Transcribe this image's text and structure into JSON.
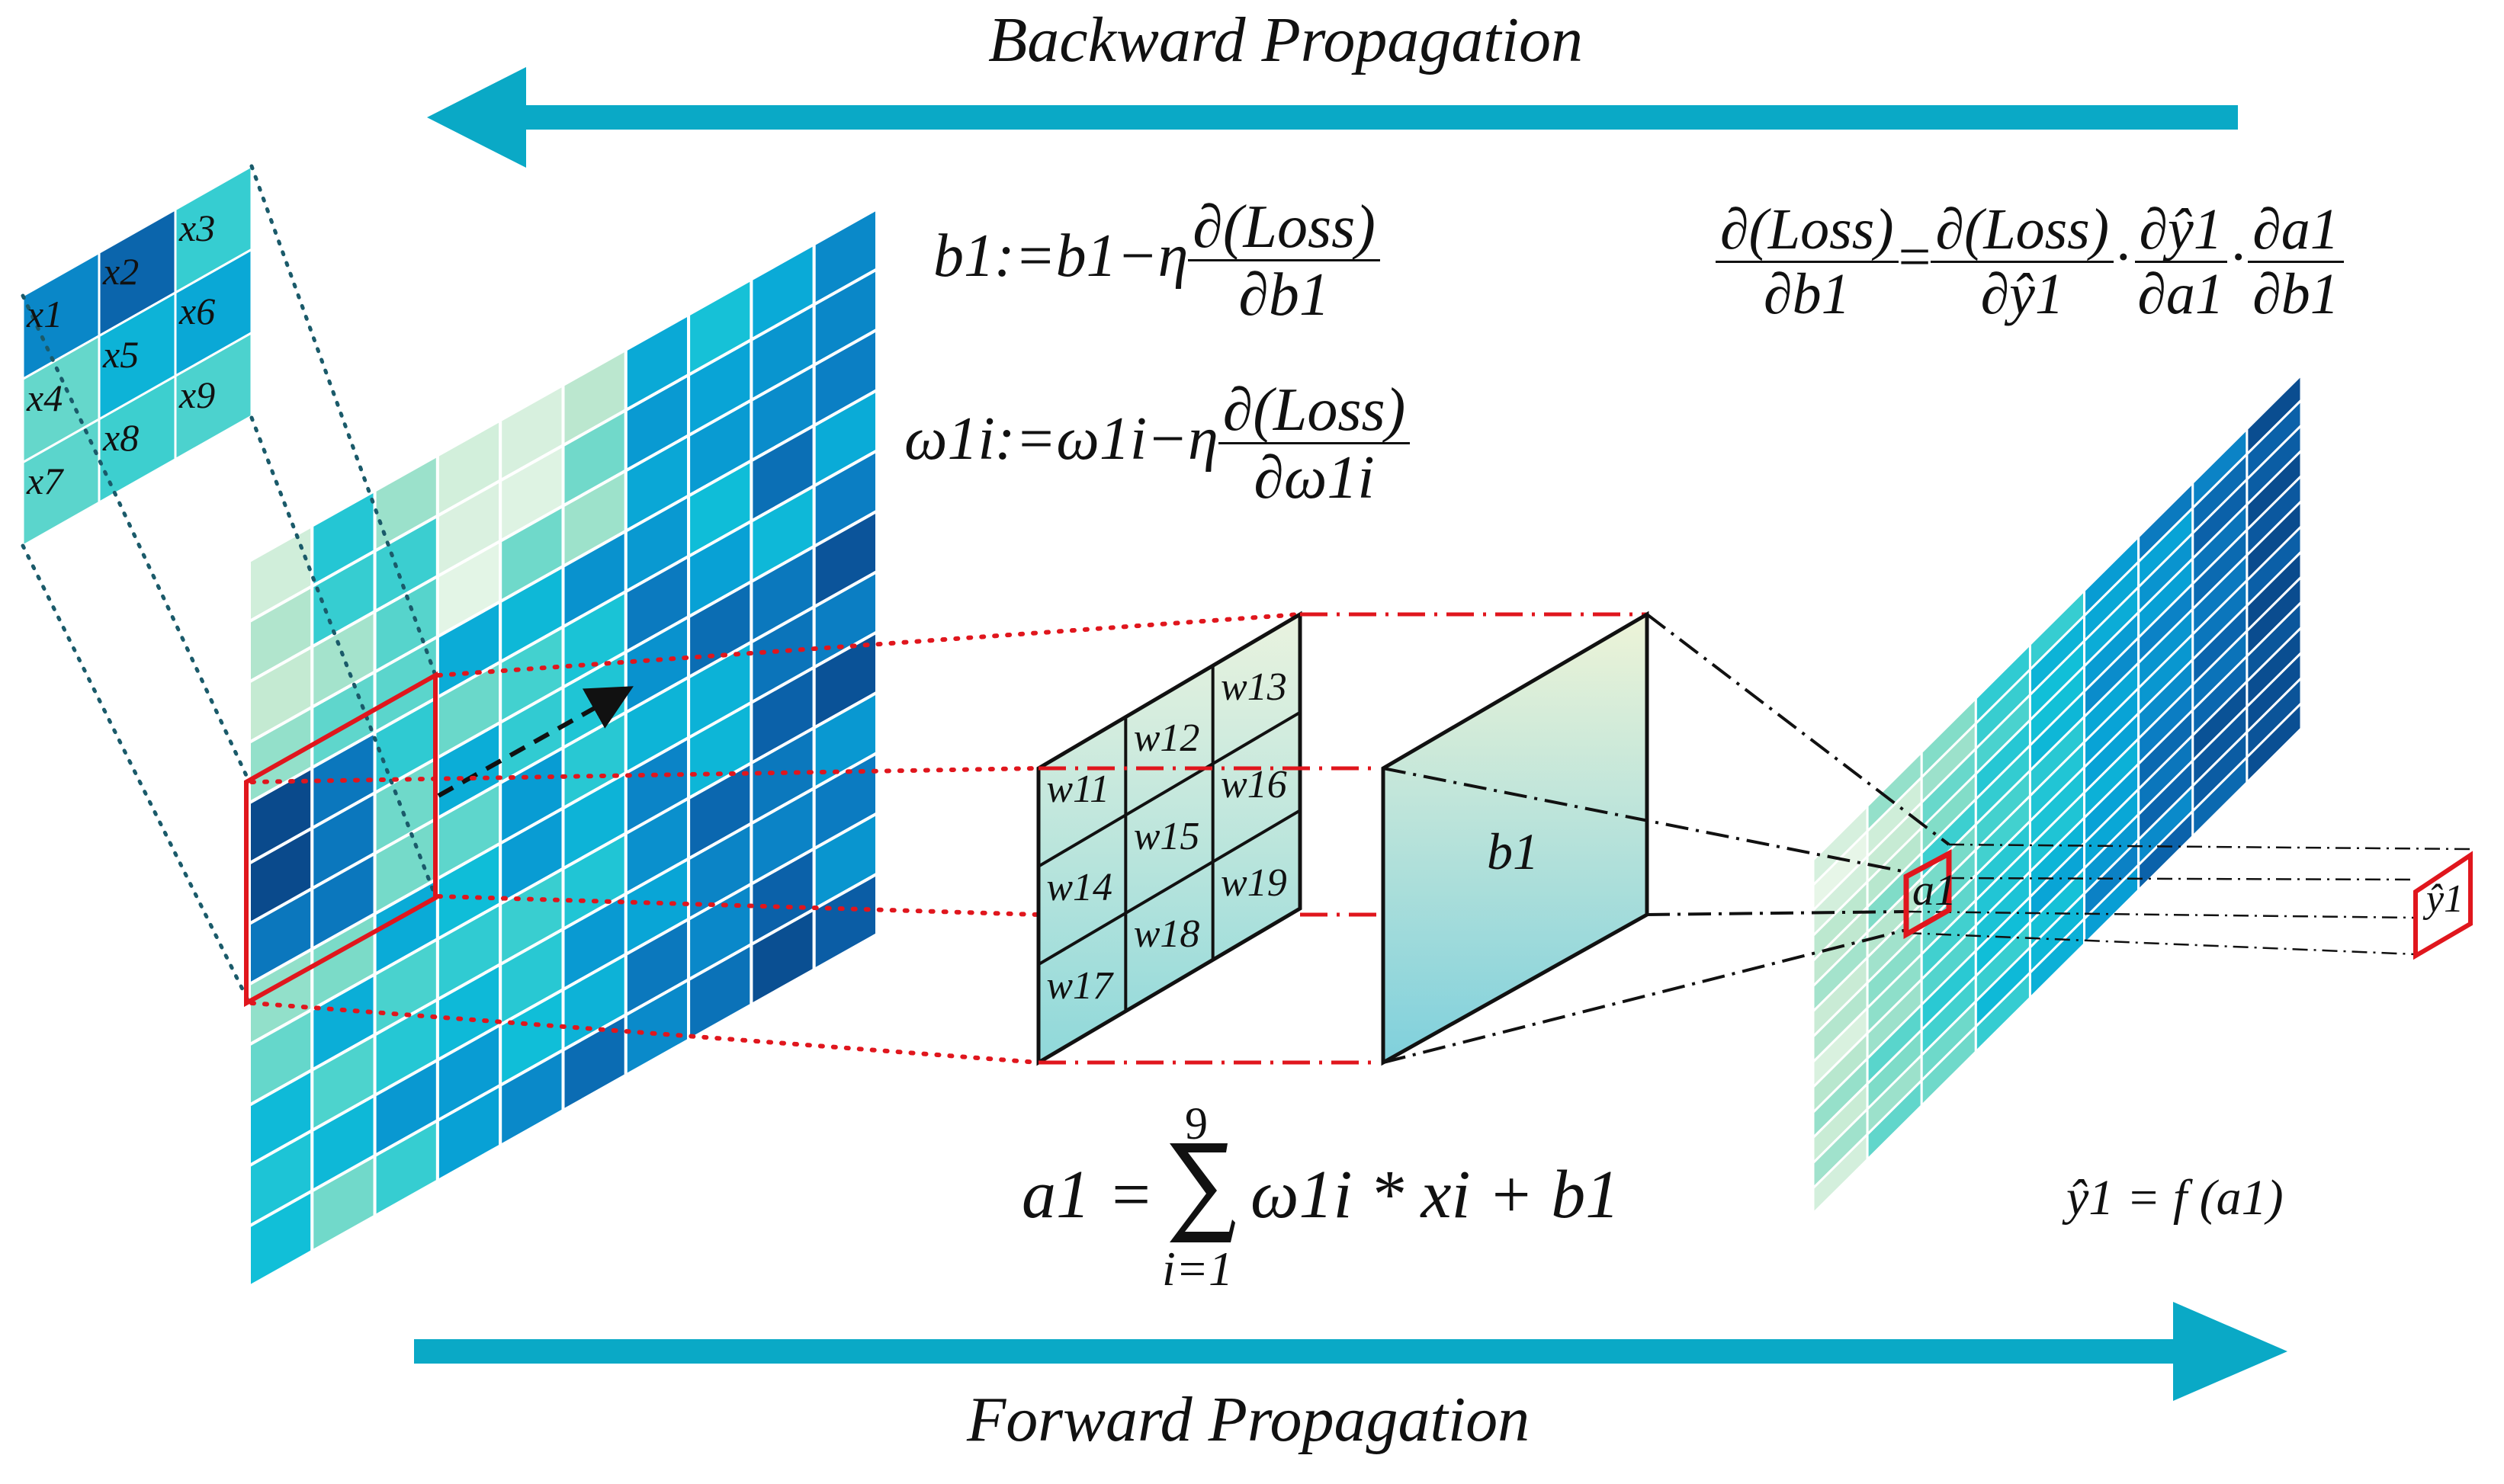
{
  "arrows": {
    "backward_label": "Backward Propagation",
    "forward_label": "Forward Propagation",
    "color": "#0aa9c6"
  },
  "input_patch": {
    "cells": [
      "x1",
      "x2",
      "x3",
      "x4",
      "x5",
      "x6",
      "x7",
      "x8",
      "x9"
    ]
  },
  "kernel": {
    "cells": [
      "w11",
      "w12",
      "w13",
      "w14",
      "w15",
      "w16",
      "w17",
      "w18",
      "w19"
    ]
  },
  "bias_plane": {
    "label": "b1"
  },
  "activation_cell": {
    "label": "a1"
  },
  "output_cell": {
    "label": "ŷ1"
  },
  "equations": {
    "bias_update": {
      "lhs": "b1:=b1",
      "mid": "−η",
      "num": "∂(Loss)",
      "den": "∂b1"
    },
    "weight_update": {
      "lhs": "ω1i:=ω1i",
      "mid": "−η",
      "num": "∂(Loss)",
      "den": "∂ω1i"
    },
    "chain_rule": {
      "t1_num": "∂(Loss)",
      "t1_den": "∂b1",
      "t2_num": "∂(Loss)",
      "t2_den": "∂ŷ1",
      "t3_num": "∂ŷ1",
      "t3_den": "∂a1",
      "t4_num": "∂a1",
      "t4_den": "∂b1"
    },
    "forward_sum": {
      "lhs": "a1 =",
      "sum_top": "9",
      "sum_bottom": "i=1",
      "rhs": "ω1i * xi + b1"
    },
    "output_fn": "ŷ1 = f (a1)"
  },
  "colors": {
    "highlight": "#e0161d",
    "grid_dark": "#0a4e8f",
    "grid_light": "#e8f6ea"
  }
}
